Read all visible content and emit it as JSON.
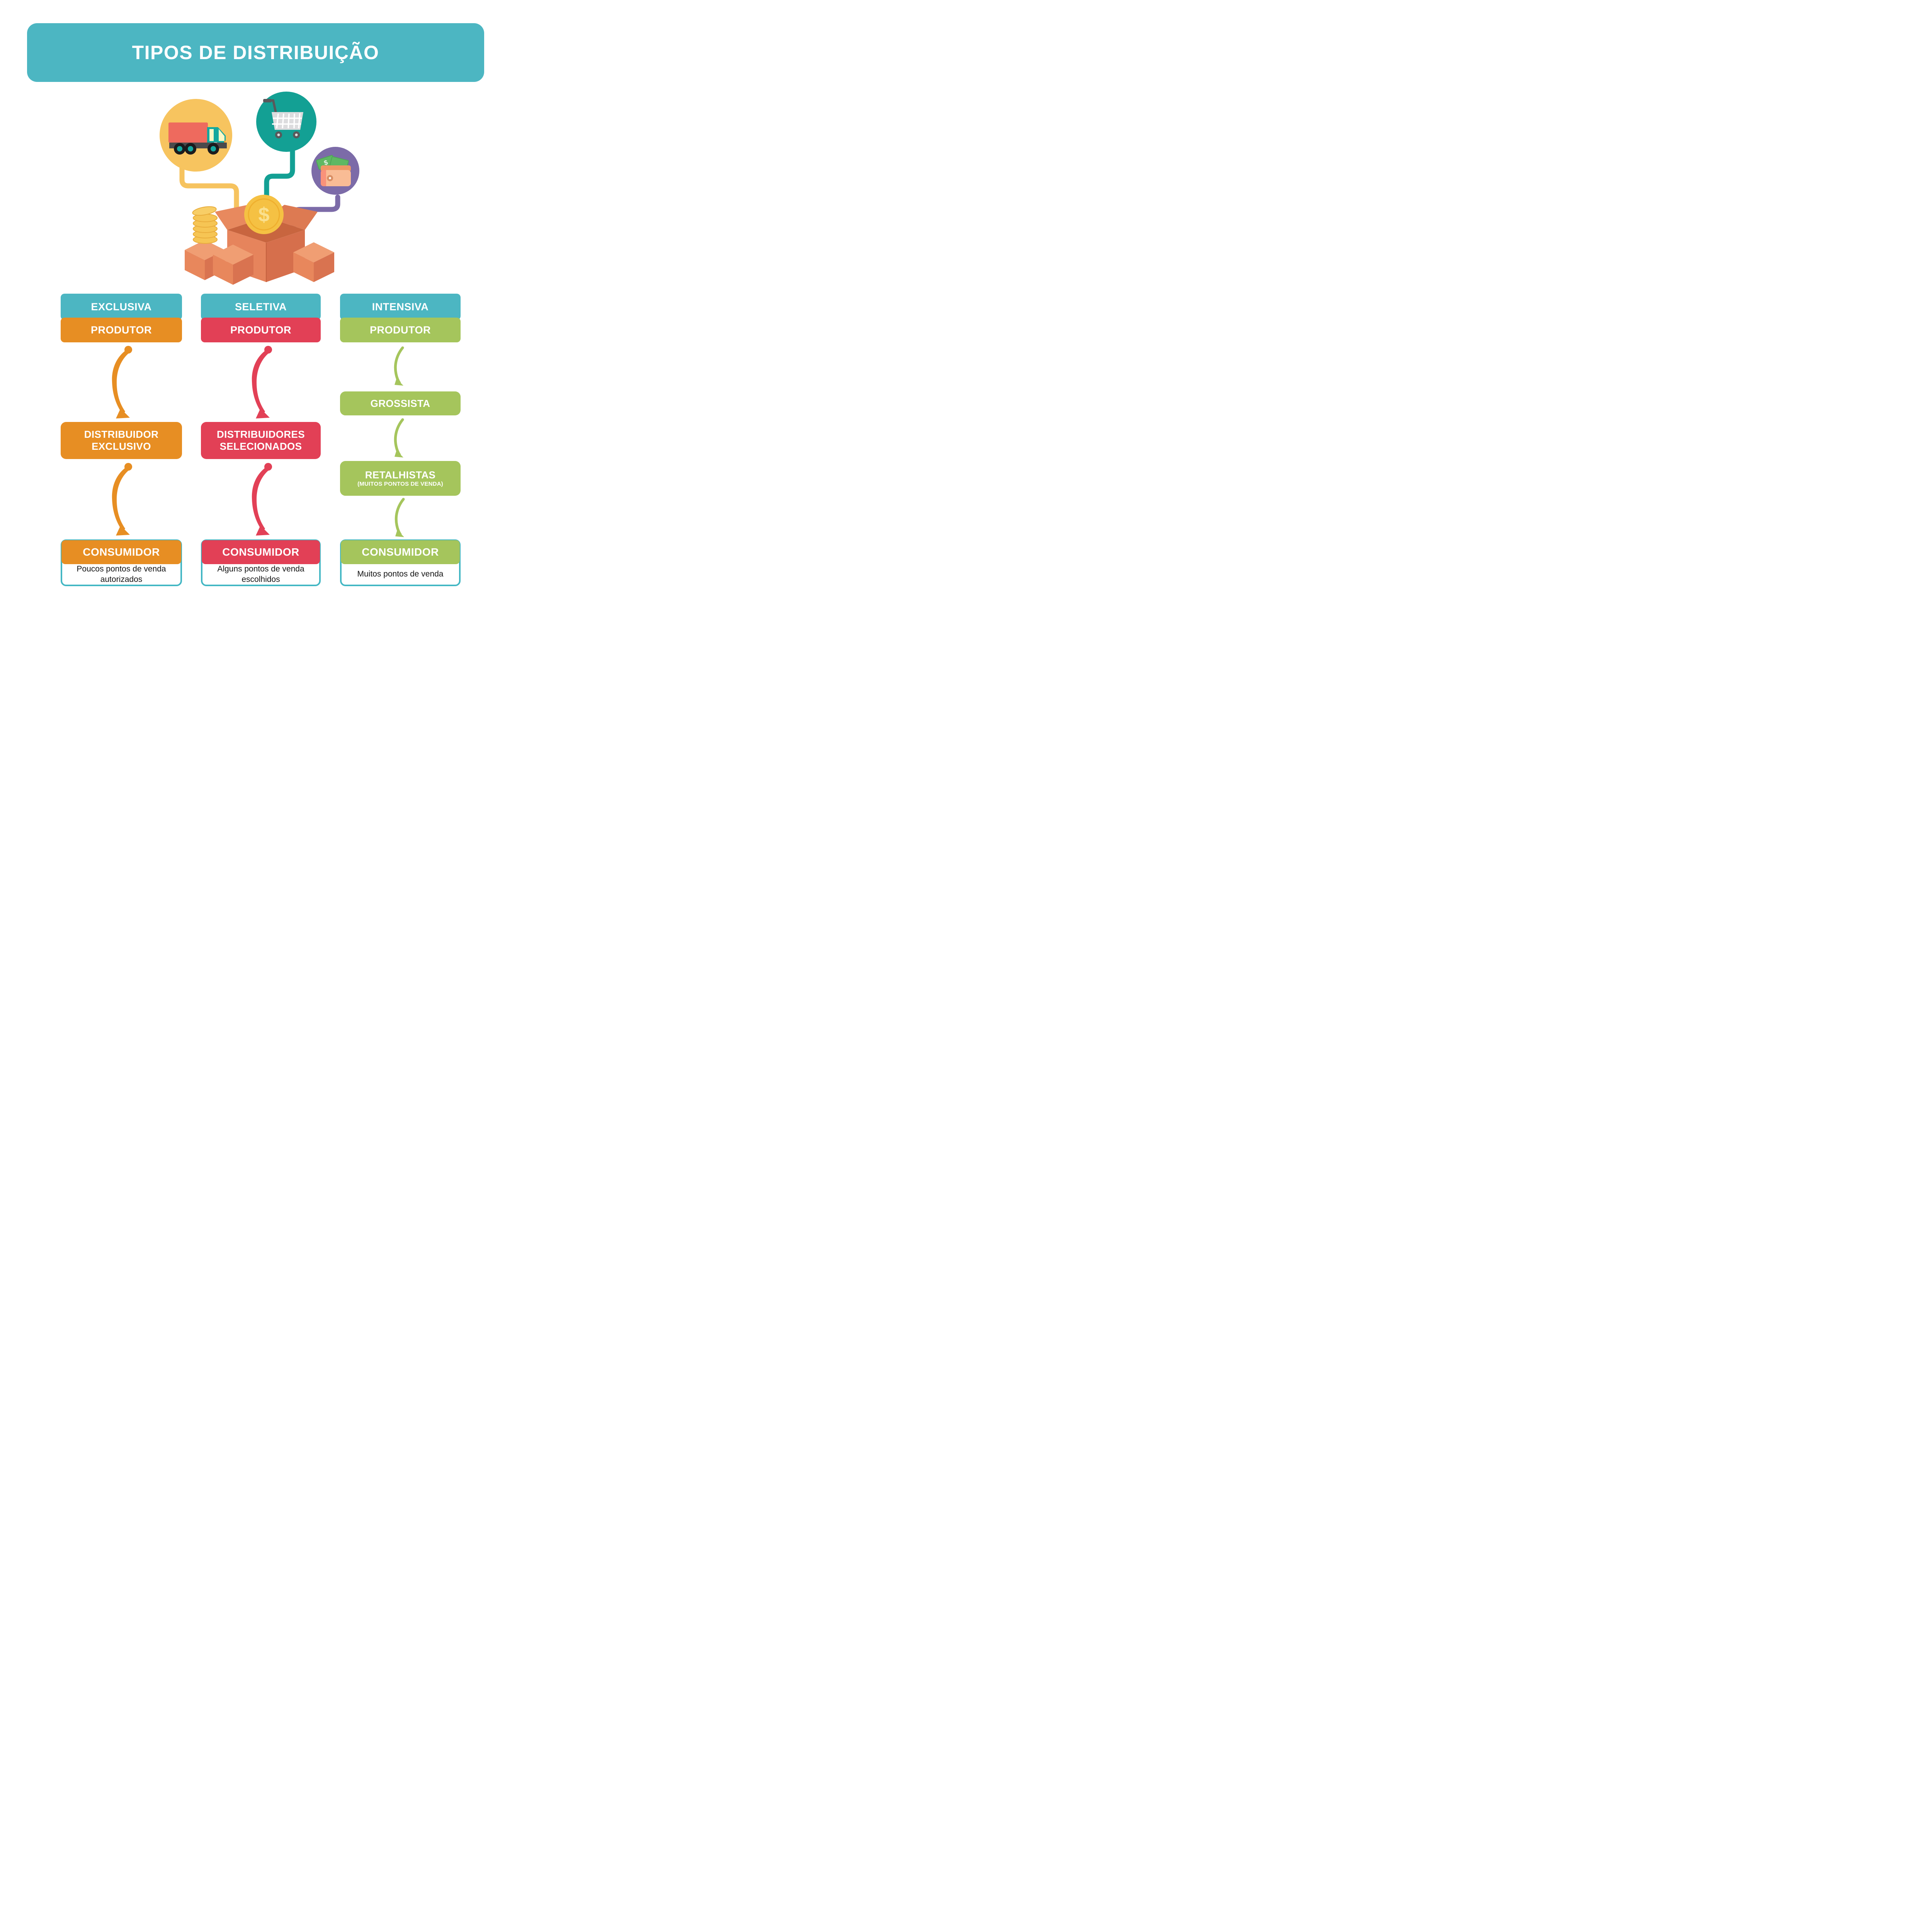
{
  "title": "TIPOS DE DISTRIBUIÇÃO",
  "colors": {
    "banner_teal": "#4CB6C2",
    "orange": "#E78E23",
    "red": "#E24056",
    "green": "#A5C55C",
    "note_border_teal": "#43B7C4",
    "circle_yellow": "#F7C45F",
    "circle_teal": "#13A094",
    "circle_purple": "#7C6BA8",
    "box_salmon": "#E6845C",
    "coin_gold": "#F5C143"
  },
  "illustration": {
    "truck_icon": "delivery-truck",
    "cart_icon": "shopping-cart",
    "wallet_icon": "wallet-with-money",
    "box_icon": "open-box-with-coin-and-packages",
    "coin_stack_icon": "coin-stack",
    "dollar_sign": "$"
  },
  "columns": [
    {
      "type_label": "EXCLUSIVA",
      "producer_label": "PRODUTOR",
      "middle_line1": "DISTRIBUIDOR",
      "middle_line2": "EXCLUSIVO",
      "consumer_label": "CONSUMIDOR",
      "note_line1": "Poucos pontos de venda",
      "note_line2": "autorizados",
      "accent": "#E78E23"
    },
    {
      "type_label": "SELETIVA",
      "producer_label": "PRODUTOR",
      "middle_line1": "DISTRIBUIDORES",
      "middle_line2": "SELECIONADOS",
      "consumer_label": "CONSUMIDOR",
      "note_line1": "Alguns pontos de venda",
      "note_line2": "escolhidos",
      "accent": "#E24056"
    },
    {
      "type_label": "INTENSIVA",
      "producer_label": "PRODUTOR",
      "wholesaler_label": "GROSSISTA",
      "retailer_line1": "RETALHISTAS",
      "retailer_line2": "(MUITOS PONTOS DE VENDA)",
      "consumer_label": "CONSUMIDOR",
      "note_line1": "Muitos pontos de venda",
      "accent": "#A5C55C"
    }
  ]
}
